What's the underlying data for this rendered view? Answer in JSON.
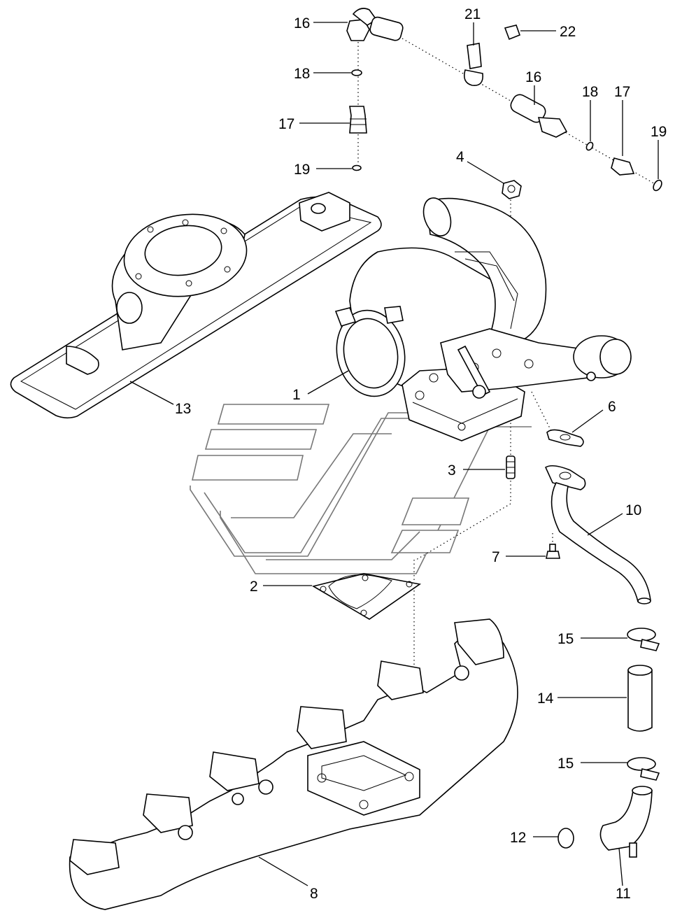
{
  "callouts": [
    {
      "id": "c16a",
      "label": "16"
    },
    {
      "id": "c18a",
      "label": "18"
    },
    {
      "id": "c17a",
      "label": "17"
    },
    {
      "id": "c19a",
      "label": "19"
    },
    {
      "id": "c21",
      "label": "21"
    },
    {
      "id": "c22",
      "label": "22"
    },
    {
      "id": "c16b",
      "label": "16"
    },
    {
      "id": "c18b",
      "label": "18"
    },
    {
      "id": "c17b",
      "label": "17"
    },
    {
      "id": "c19b",
      "label": "19"
    },
    {
      "id": "c4",
      "label": "4"
    },
    {
      "id": "c1",
      "label": "1"
    },
    {
      "id": "c13",
      "label": "13"
    },
    {
      "id": "c6",
      "label": "6"
    },
    {
      "id": "c3",
      "label": "3"
    },
    {
      "id": "c10",
      "label": "10"
    },
    {
      "id": "c7",
      "label": "7"
    },
    {
      "id": "c2",
      "label": "2"
    },
    {
      "id": "c15a",
      "label": "15"
    },
    {
      "id": "c14",
      "label": "14"
    },
    {
      "id": "c15b",
      "label": "15"
    },
    {
      "id": "c12",
      "label": "12"
    },
    {
      "id": "c8",
      "label": "8"
    },
    {
      "id": "c11",
      "label": "11"
    }
  ]
}
